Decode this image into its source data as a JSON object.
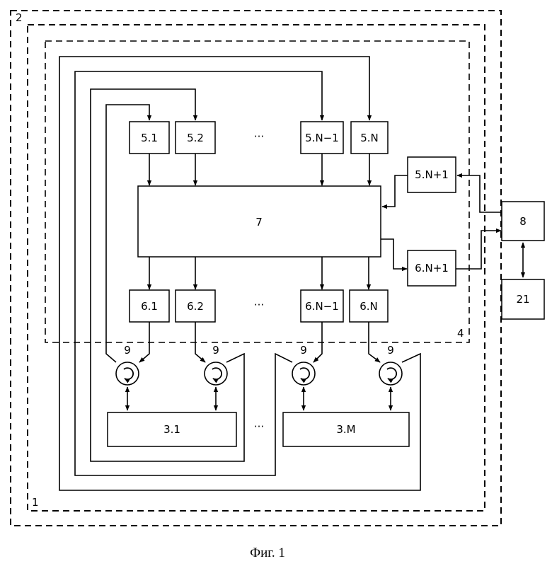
{
  "frames": {
    "outer": "2",
    "middle": "1",
    "inner": "4"
  },
  "blocks_top": [
    "5.1",
    "5.2",
    "5.N−1",
    "5.N"
  ],
  "block_top_extra": "5.N+1",
  "blocks_bottom": [
    "6.1",
    "6.2",
    "6.N−1",
    "6.N"
  ],
  "block_bottom_extra": "6.N+1",
  "central": "7",
  "controller": "8",
  "external": "21",
  "circulator_label": "9",
  "units": [
    "3.1",
    "3.M"
  ],
  "ellipsis": "···",
  "caption": "Фиг. 1"
}
